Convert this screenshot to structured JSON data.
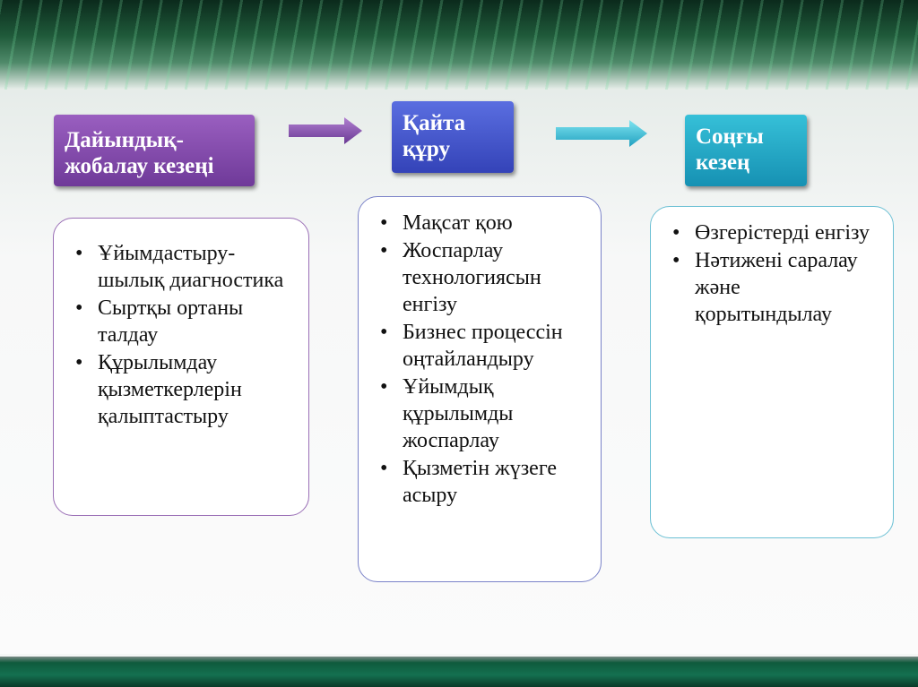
{
  "stages": [
    {
      "title": "Дайындық-жобалау кезеңі",
      "color": "#7e47a8",
      "items": [
        "Ұйымдастыру-шылық диагностика",
        "Сыртқы ортаны талдау",
        "Құрылымдау қызметкерлерін қалыптастыру"
      ]
    },
    {
      "title": "Қайта құру",
      "color": "#3d4fc4",
      "items": [
        "Мақсат қою",
        "Жоспарлау технологиясын енгізу",
        "Бизнес процессін оңтайландыру",
        "Ұйымдық құрылымды жоспарлау",
        "Қызметін жүзеге асыру"
      ]
    },
    {
      "title": "Соңғы кезең",
      "color": "#21a6c4",
      "items": [
        "Өзгерістерді енгізу",
        "Нәтижені саралау және қорытындылау"
      ]
    }
  ]
}
